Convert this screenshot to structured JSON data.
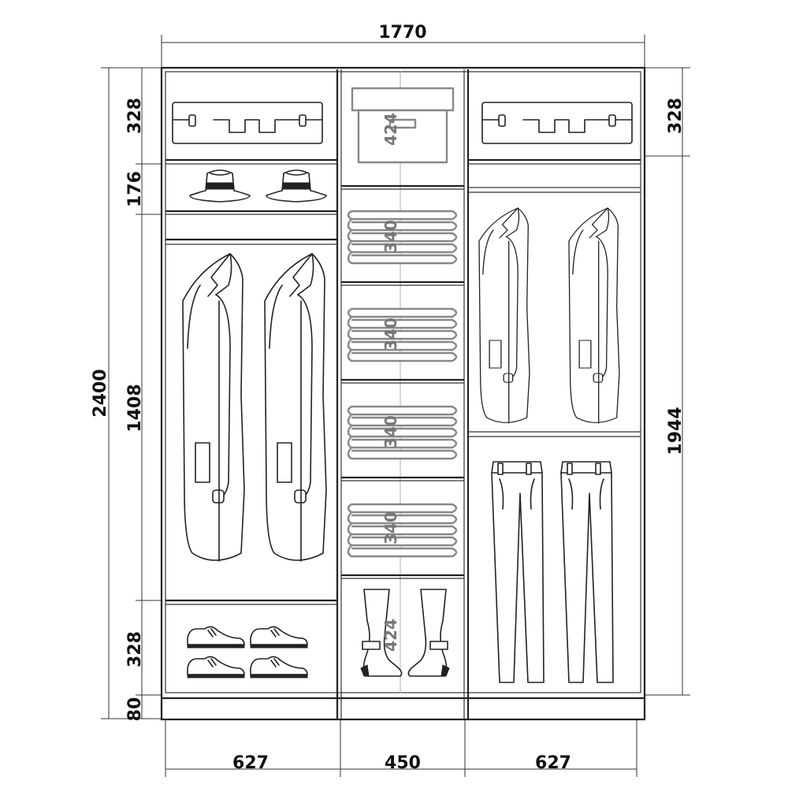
{
  "dimensions": {
    "total_width": "1770",
    "total_height": "2400",
    "left_column_width": "627",
    "middle_column_width": "450",
    "right_column_width": "627",
    "left_top_compartment": "328",
    "left_hat_shelf": "176",
    "left_hanging_section": "1408",
    "left_shoe_compartment": "328",
    "plinth": "80",
    "right_top_compartment": "328",
    "right_hanging_section": "1944"
  },
  "middle_column": {
    "box_compartment": "424",
    "shelf_1": "340",
    "shelf_2": "340",
    "shelf_3": "340",
    "shelf_4": "340",
    "boots_compartment": "424"
  },
  "icons": {
    "suitcase": "suitcase-icon",
    "hat": "hat-icon",
    "jacket": "jacket-icon",
    "shoe": "shoe-icon",
    "storage_box": "storage-box-icon",
    "folded_clothes": "folded-clothes-icon",
    "boot": "boot-icon",
    "trousers": "trousers-icon"
  }
}
